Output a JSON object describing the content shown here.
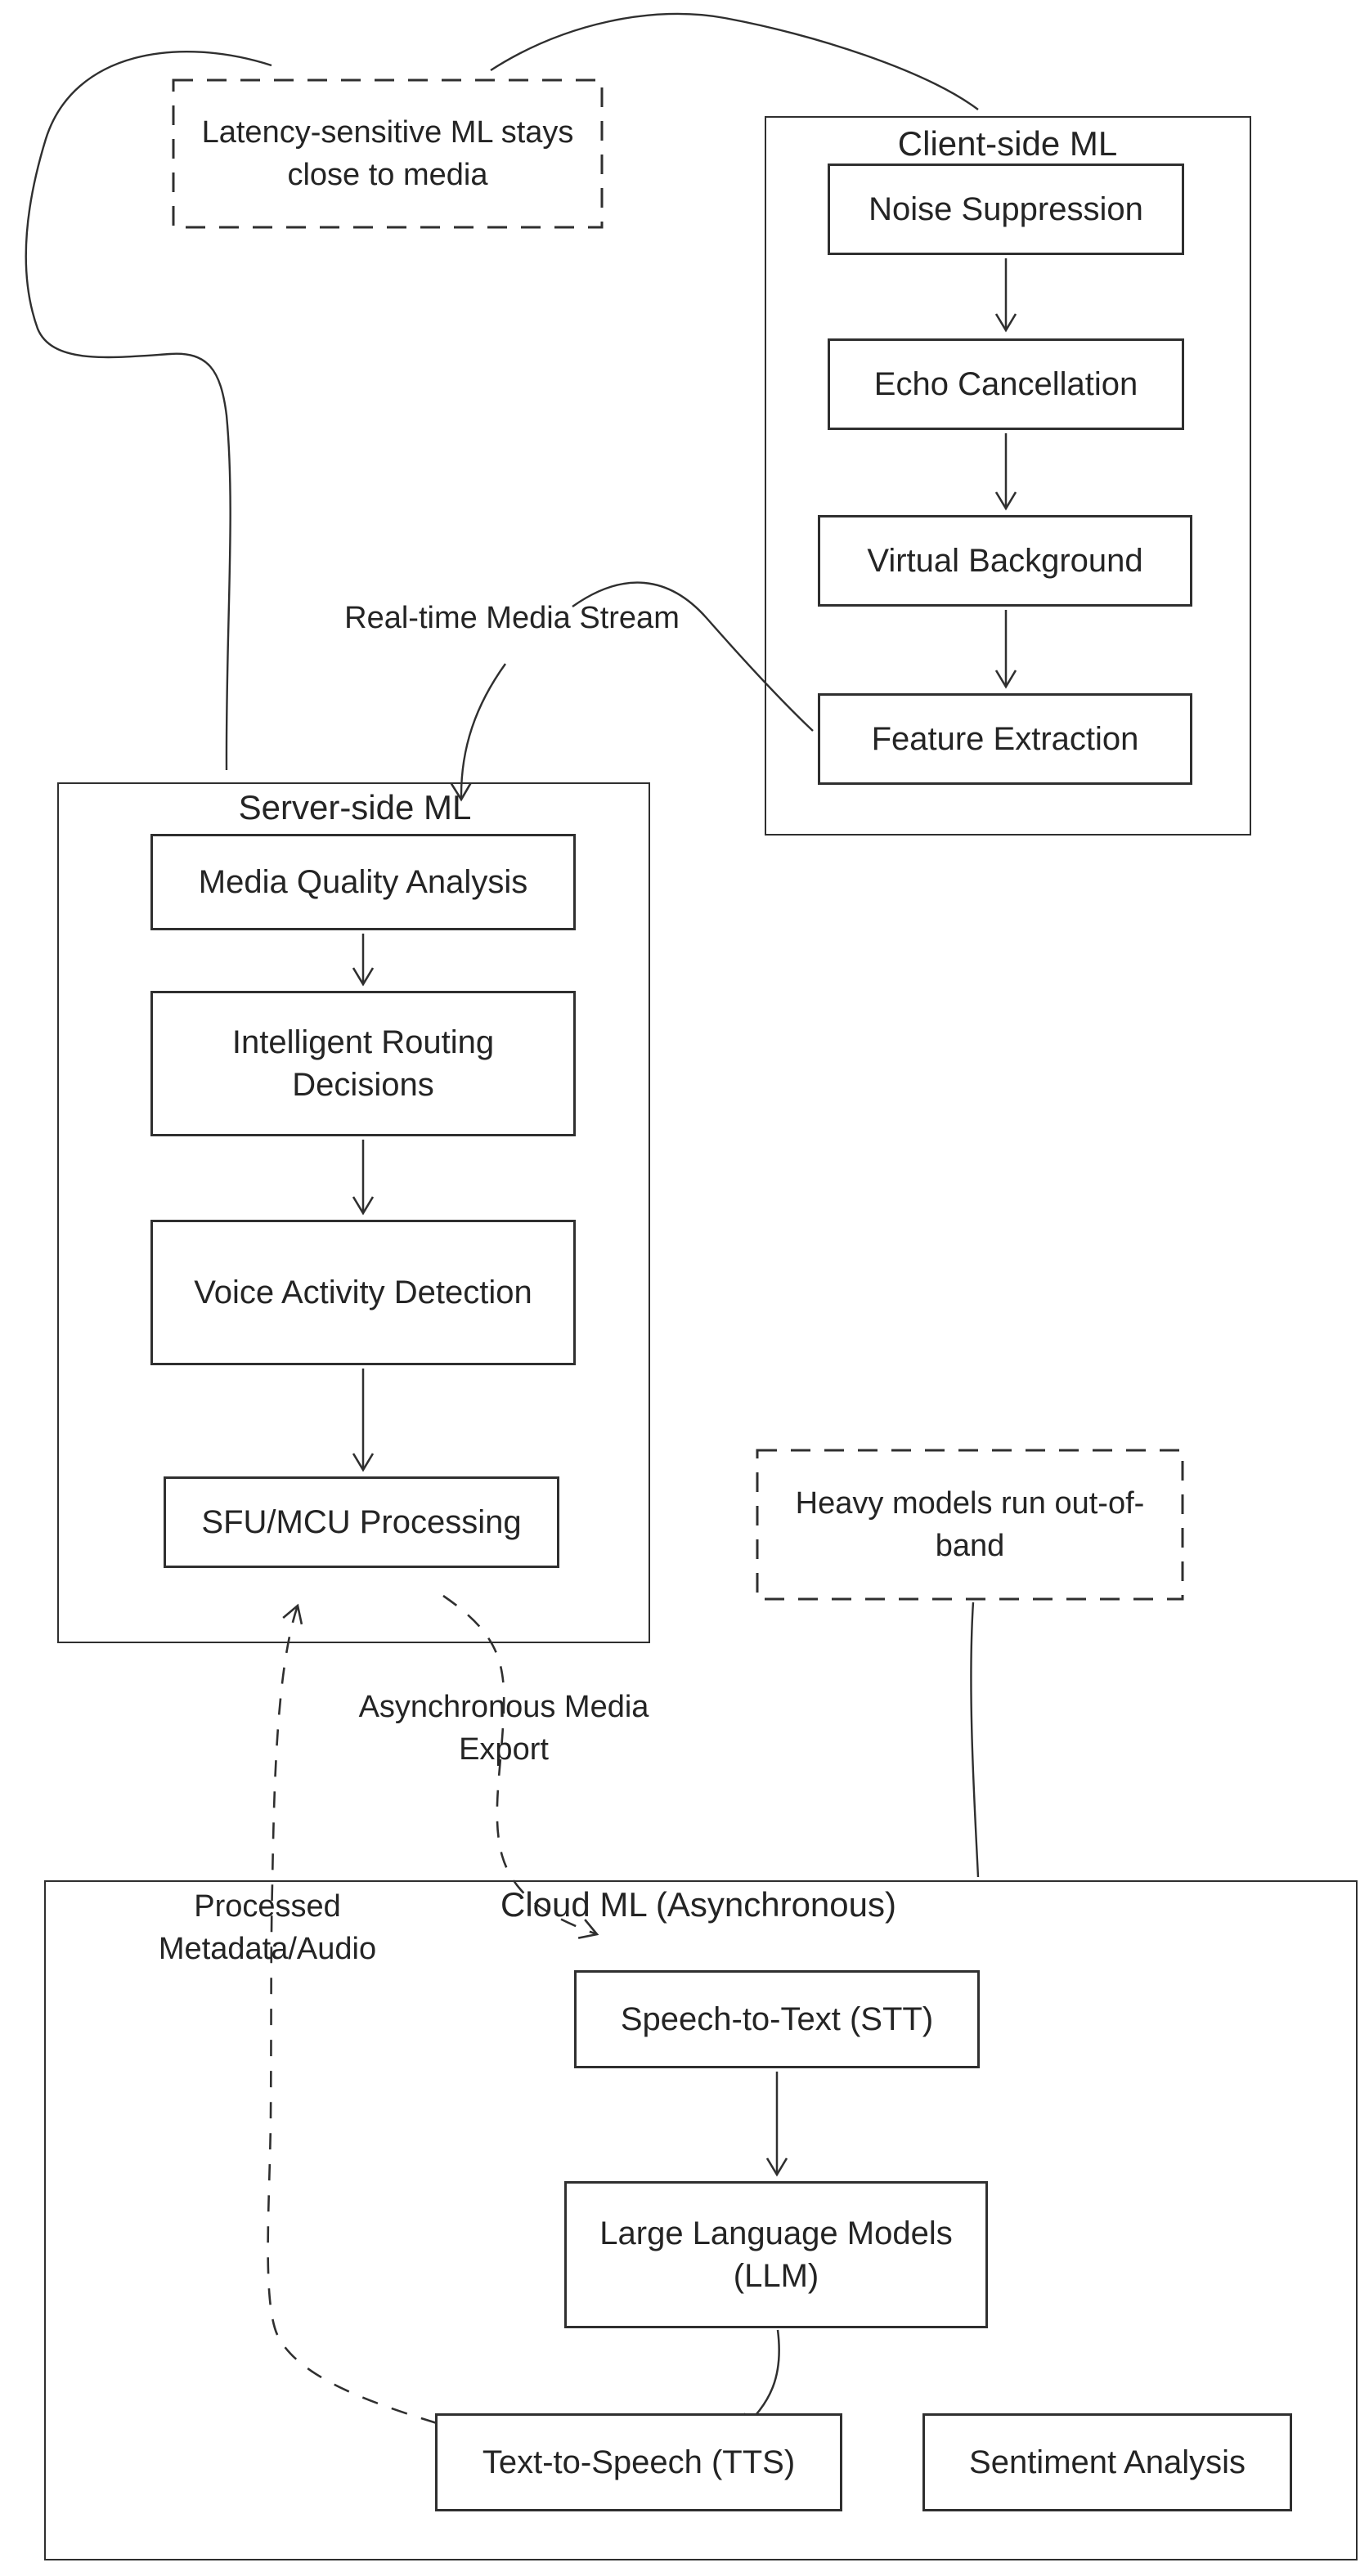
{
  "colors": {
    "ink": "#2f2f2f",
    "text": "#242424",
    "background": "#ffffff"
  },
  "notes": {
    "latency": {
      "text": "Latency-sensitive ML stays\nclose to media"
    },
    "out_of_band": {
      "text": "Heavy models run out-of-\nband"
    }
  },
  "groups": {
    "client": {
      "title": "Client-side ML",
      "nodes": [
        {
          "label": "Noise Suppression"
        },
        {
          "label": "Echo Cancellation"
        },
        {
          "label": "Virtual Background"
        },
        {
          "label": "Feature Extraction"
        }
      ]
    },
    "server": {
      "title": "Server-side ML",
      "nodes": [
        {
          "label": "Media Quality Analysis"
        },
        {
          "label": "Intelligent Routing\nDecisions"
        },
        {
          "label": "Voice Activity Detection"
        },
        {
          "label": "SFU/MCU Processing"
        }
      ]
    },
    "cloud": {
      "title": "Cloud ML (Asynchronous)",
      "nodes": [
        {
          "label": "Speech-to-Text (STT)"
        },
        {
          "label": "Large Language Models\n(LLM)"
        },
        {
          "label": "Text-to-Speech (TTS)"
        },
        {
          "label": "Sentiment Analysis"
        }
      ]
    }
  },
  "edge_labels": {
    "realtime": {
      "text": "Real-time Media Stream"
    },
    "async_export": {
      "text": "Asynchronous Media\nExport"
    },
    "processed": {
      "text": "Processed\nMetadata/Audio"
    }
  }
}
